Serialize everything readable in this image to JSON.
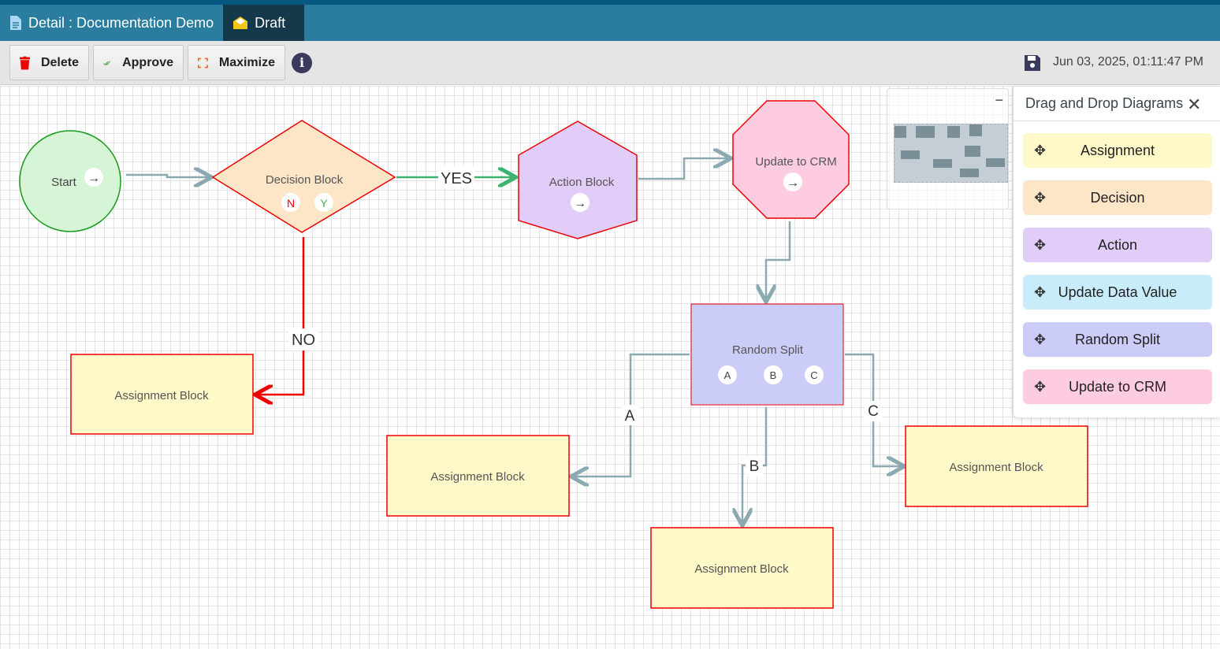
{
  "header": {
    "title": "Detail : Documentation Demo",
    "status_tab": "Draft"
  },
  "toolbar": {
    "delete": "Delete",
    "approve": "Approve",
    "maximize": "Maximize",
    "info": "i",
    "timestamp": "Jun 03, 2025, 01:11:47 PM"
  },
  "diagram": {
    "start": "Start",
    "decision": "Decision Block",
    "decision_no": "N",
    "decision_yes": "Y",
    "yes_label": "YES",
    "no_label": "NO",
    "action": "Action Block",
    "crm": "Update to CRM",
    "split": "Random Split",
    "split_a": "A",
    "split_b": "B",
    "split_c": "C",
    "edge_a": "A",
    "edge_b": "B",
    "edge_c": "C",
    "assign1": "Assignment Block",
    "assign2": "Assignment Block",
    "assign3": "Assignment Block",
    "assign4": "Assignment Block",
    "arrow": "→"
  },
  "overview": {
    "minimize": "−"
  },
  "palette": {
    "title": "Drag and Drop Diagrams",
    "close": "✕",
    "items": [
      {
        "label": "Assignment",
        "color": "#fff8c8"
      },
      {
        "label": "Decision",
        "color": "#fde6c8"
      },
      {
        "label": "Action",
        "color": "#e2ccf8"
      },
      {
        "label": "Update Data Value",
        "color": "#c9ecfb"
      },
      {
        "label": "Random Split",
        "color": "#ccccf8"
      },
      {
        "label": "Update to CRM",
        "color": "#fdcce0"
      }
    ]
  }
}
